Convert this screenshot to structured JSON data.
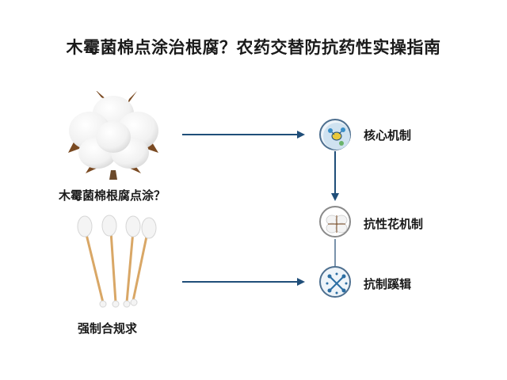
{
  "title": "木霉菌棉点涂治根腐？农药交替防抗药性实操指南",
  "left": {
    "top_caption": "木霉菌棉根腐点涂？",
    "bottom_caption": "强制合规求"
  },
  "flow": {
    "nodes": [
      {
        "label": "核心机制",
        "icon": "microbe-icon"
      },
      {
        "label": "抗性花机制",
        "icon": "cotton-flower-icon"
      },
      {
        "label": "抗制蹊辑",
        "icon": "molecule-icon"
      }
    ]
  },
  "colors": {
    "arrow": "#1f4e79",
    "node_border": "#4d6f8f",
    "node_fill": "#eef4f9"
  }
}
